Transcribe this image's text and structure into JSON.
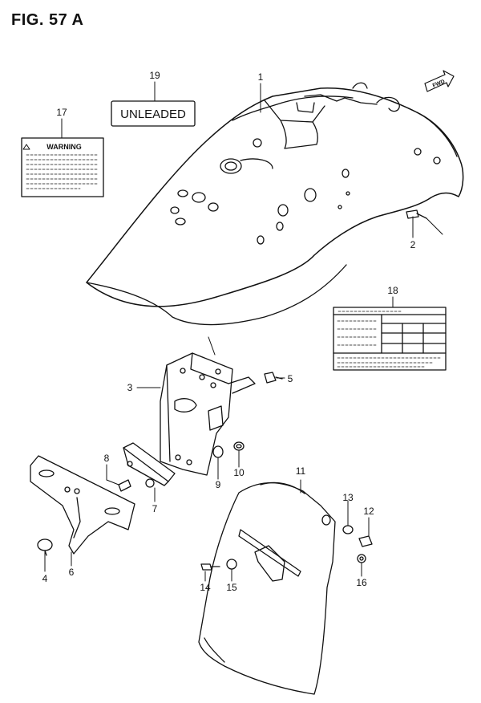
{
  "figure": {
    "title": "FIG. 57 A"
  },
  "labels": {
    "unleaded_text": "UNLEADED",
    "warning_text": "WARNING",
    "fwd_text": "FWD"
  },
  "parts": [
    {
      "id": "part-1",
      "num": "1"
    },
    {
      "id": "part-2",
      "num": "2"
    },
    {
      "id": "part-3",
      "num": "3"
    },
    {
      "id": "part-4",
      "num": "4"
    },
    {
      "id": "part-5",
      "num": "5"
    },
    {
      "id": "part-6",
      "num": "6"
    },
    {
      "id": "part-7",
      "num": "7"
    },
    {
      "id": "part-8",
      "num": "8"
    },
    {
      "id": "part-9",
      "num": "9"
    },
    {
      "id": "part-10",
      "num": "10"
    },
    {
      "id": "part-11",
      "num": "11"
    },
    {
      "id": "part-12",
      "num": "12"
    },
    {
      "id": "part-13",
      "num": "13"
    },
    {
      "id": "part-14",
      "num": "14"
    },
    {
      "id": "part-15",
      "num": "15"
    },
    {
      "id": "part-16",
      "num": "16"
    },
    {
      "id": "part-17",
      "num": "17"
    },
    {
      "id": "part-18",
      "num": "18"
    },
    {
      "id": "part-19",
      "num": "19"
    }
  ]
}
